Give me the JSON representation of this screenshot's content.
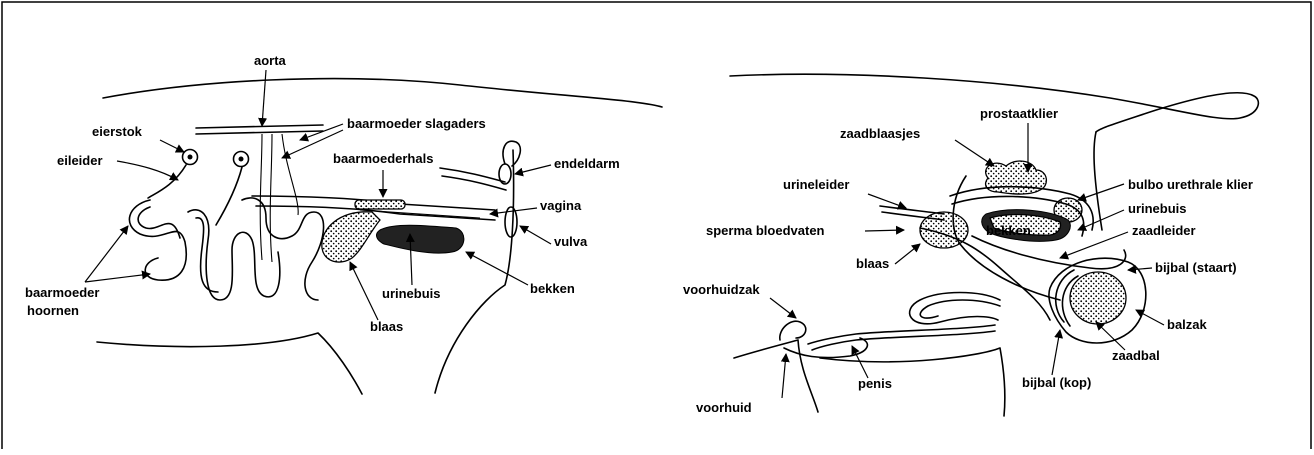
{
  "female": {
    "aorta": "aorta",
    "eierstok": "eierstok",
    "eileider": "eileider",
    "slagaders": "baarmoeder slagaders",
    "baarmoederhals": "baarmoederhals",
    "endeldarm": "endeldarm",
    "vagina": "vagina",
    "vulva": "vulva",
    "hoornen_1": "baarmoeder",
    "hoornen_2": "hoornen",
    "urinebuis": "urinebuis",
    "bekken": "bekken",
    "blaas": "blaas"
  },
  "male": {
    "prostaatklier": "prostaatklier",
    "zaadblaasjes": "zaadblaasjes",
    "urineleider": "urineleider",
    "bulbo": "bulbo urethrale klier",
    "urinebuis": "urinebuis",
    "sperma": "sperma bloedvaten",
    "bekken": "bekken",
    "zaadleider": "zaadleider",
    "blaas": "blaas",
    "bijbal_staart": "bijbal (staart)",
    "voorhuidzak": "voorhuidzak",
    "balzak": "balzak",
    "zaadbal": "zaadbal",
    "penis": "penis",
    "bijbal_kop": "bijbal (kop)",
    "voorhuid": "voorhuid"
  }
}
